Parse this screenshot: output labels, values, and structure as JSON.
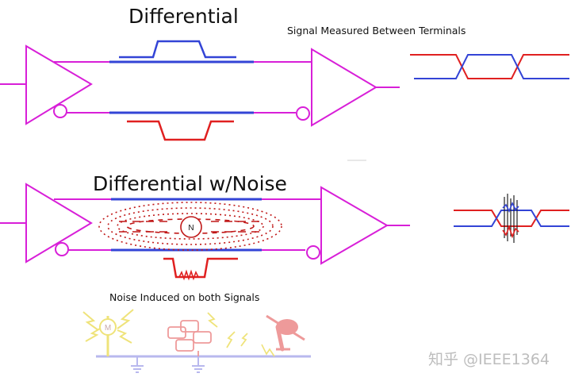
{
  "colors": {
    "wire": "#d81fd8",
    "positive": "#3344d6",
    "negative": "#e02020",
    "noise_source": "#ee9a9a",
    "motor": "#efe37a",
    "ground_rail": "#b8b8ee",
    "watermark": "#bdbdbd"
  },
  "sections": {
    "differential": {
      "title": "Differential",
      "caption": "Signal Measured Between Terminals"
    },
    "differential_noise": {
      "title": "Differential w/Noise",
      "noise_label": "N",
      "caption": "Noise Induced on both Signals",
      "motor_label": "M"
    }
  },
  "watermark": "知乎 @IEEE1364",
  "icons": [
    "driver-triangle",
    "receiver-triangle",
    "inverter-bubble",
    "noise-field",
    "motor-icon",
    "relay-icon",
    "lightning-icon",
    "ground-icon"
  ]
}
